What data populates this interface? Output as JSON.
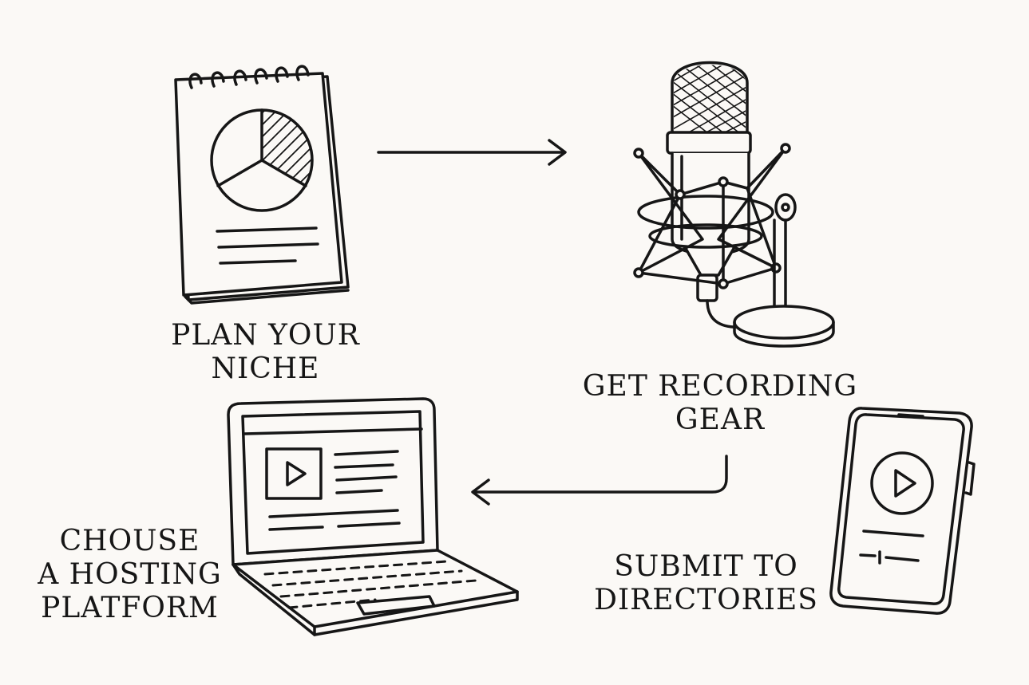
{
  "steps": [
    {
      "id": "plan",
      "line1": "PLAN YOUR",
      "line2": "NICHE",
      "icon": "notepad-pie-chart-icon"
    },
    {
      "id": "gear",
      "line1": "GET RECORDING",
      "line2": "GEAR",
      "icon": "studio-microphone-icon"
    },
    {
      "id": "host",
      "line1": "CHOUSE",
      "line2": "A HOSTING",
      "line3": "PLATFORM",
      "icon": "laptop-video-icon"
    },
    {
      "id": "submit",
      "line1": "SUBMIT TO",
      "line2": "DIRECTORIES",
      "icon": "smartphone-play-icon"
    }
  ],
  "colors": {
    "background": "#fbf9f6",
    "ink": "#161616"
  }
}
